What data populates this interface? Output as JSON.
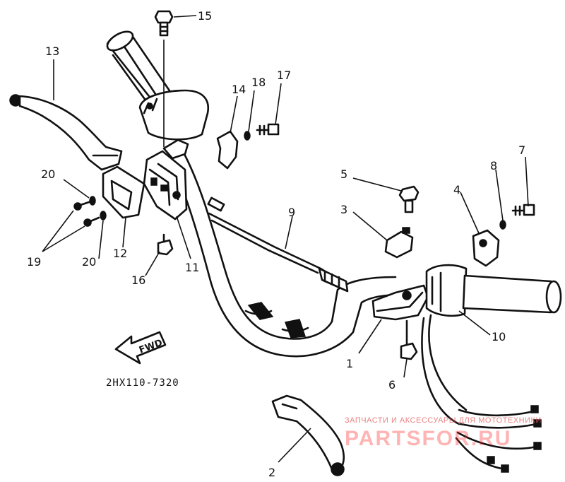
{
  "diagram": {
    "part_numbers": [
      "1",
      "2",
      "3",
      "4",
      "5",
      "6",
      "7",
      "8",
      "9",
      "10",
      "11",
      "12",
      "13",
      "14",
      "15",
      "16",
      "17",
      "18",
      "19",
      "20",
      "20"
    ],
    "drawing_code": "2HX110-7320",
    "fwd_label": "FWD"
  },
  "watermark": {
    "caption": "ЗАПЧАСТИ И АКСЕССУАРЫ ДЛЯ МОТОТЕХНИКИ",
    "brand": "PARTSFOR.RU"
  }
}
